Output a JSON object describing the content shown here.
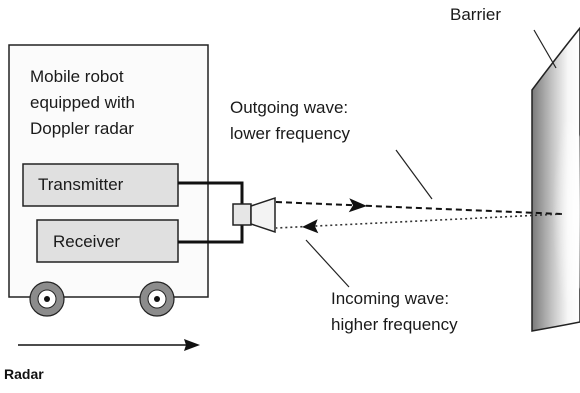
{
  "barrier_label": "Barrier",
  "robot_label": [
    "Mobile robot",
    "equipped with",
    "Doppler radar"
  ],
  "transmitter_label": "Transmitter",
  "receiver_label": "Receiver",
  "outgoing_label": [
    "Outgoing wave:",
    "lower frequency"
  ],
  "incoming_label": [
    "Incoming wave:",
    "higher frequency"
  ],
  "caption": "Radar"
}
